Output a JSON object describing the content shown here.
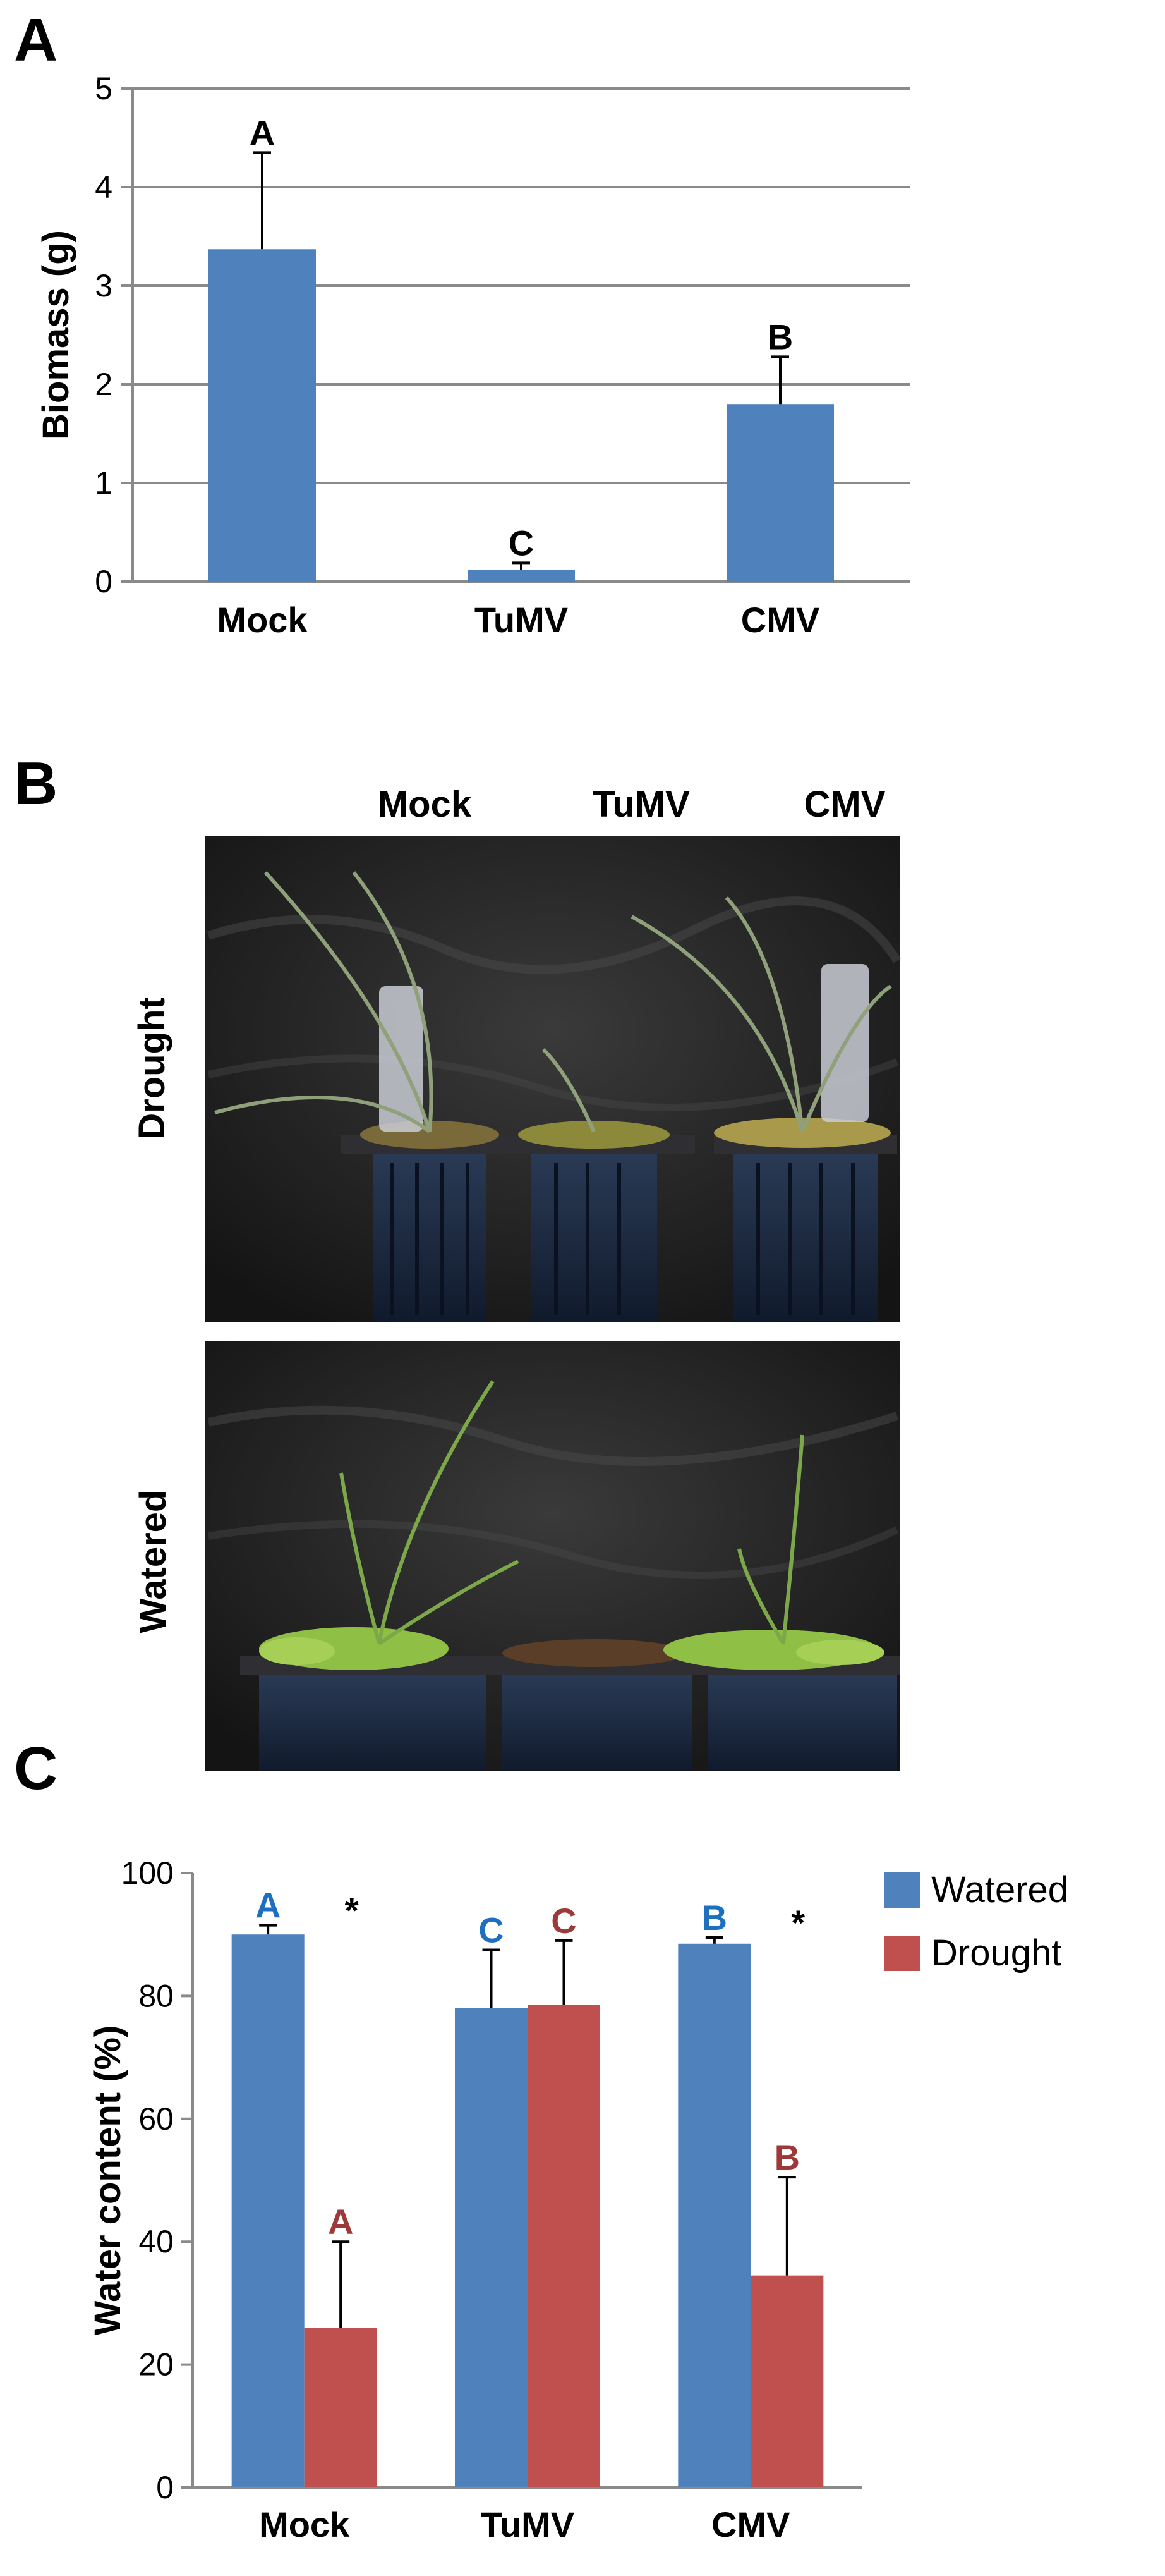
{
  "panels": {
    "a": {
      "letter": "A"
    },
    "b": {
      "letter": "B",
      "columns": [
        "Mock",
        "TuMV",
        "CMV"
      ],
      "rows": [
        "Drought",
        "Watered"
      ]
    },
    "c": {
      "letter": "C"
    }
  },
  "chart_data": [
    {
      "id": "biomass",
      "type": "bar",
      "categories": [
        "Mock",
        "TuMV",
        "CMV"
      ],
      "values": [
        3.37,
        0.12,
        1.8
      ],
      "errors": [
        0.98,
        0.07,
        0.48
      ],
      "significance": [
        "A",
        "C",
        "B"
      ],
      "ylabel": "Biomass (g)",
      "ylim": [
        0,
        5
      ],
      "yticks": [
        0,
        1,
        2,
        3,
        4,
        5
      ],
      "grid": true,
      "colors": {
        "bar": "#4F81BD"
      }
    },
    {
      "id": "water-content",
      "type": "bar",
      "categories": [
        "Mock",
        "TuMV",
        "CMV"
      ],
      "series": [
        {
          "name": "Watered",
          "values": [
            90,
            78,
            88.5
          ],
          "errors": [
            1.5,
            9.5,
            1
          ],
          "significance": [
            "A",
            "C",
            "B"
          ],
          "color": "#4F81BD",
          "label_color": "#1F6FBF"
        },
        {
          "name": "Drought",
          "values": [
            26,
            78.5,
            34.5
          ],
          "errors": [
            14,
            10.5,
            16
          ],
          "significance": [
            "A",
            "C",
            "B"
          ],
          "color": "#C0504D",
          "label_color": "#9B3A38"
        }
      ],
      "stars": [
        "*",
        "",
        "*"
      ],
      "ylabel": "Water content (%)",
      "ylim": [
        0,
        100
      ],
      "yticks": [
        0,
        20,
        40,
        60,
        80,
        100
      ],
      "grid": false,
      "legend": "top-right"
    }
  ]
}
